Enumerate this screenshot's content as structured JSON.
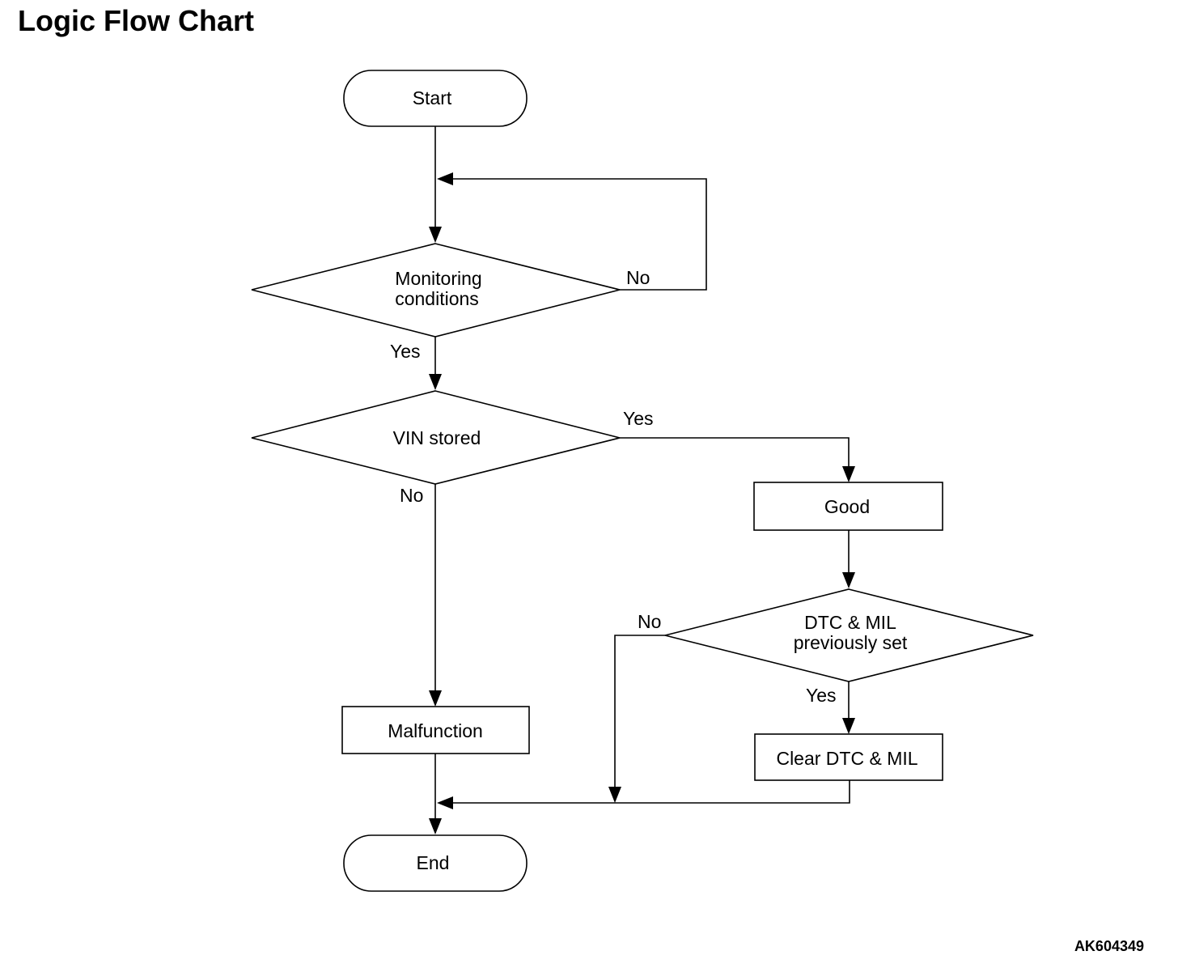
{
  "title": "Logic Flow Chart",
  "figure_code": "AK604349",
  "nodes": {
    "start": "Start",
    "monitoring": [
      "Monitoring",
      "conditions"
    ],
    "vin_stored": "VIN stored",
    "good": "Good",
    "dtc_mil_previously_set": [
      "DTC & MIL",
      "previously set"
    ],
    "malfunction": "Malfunction",
    "clear_dtc_mil": "Clear DTC & MIL",
    "end": "End"
  },
  "edge_labels": {
    "monitoring_no": "No",
    "monitoring_yes": "Yes",
    "vin_yes": "Yes",
    "vin_no": "No",
    "dtc_no": "No",
    "dtc_yes": "Yes"
  }
}
